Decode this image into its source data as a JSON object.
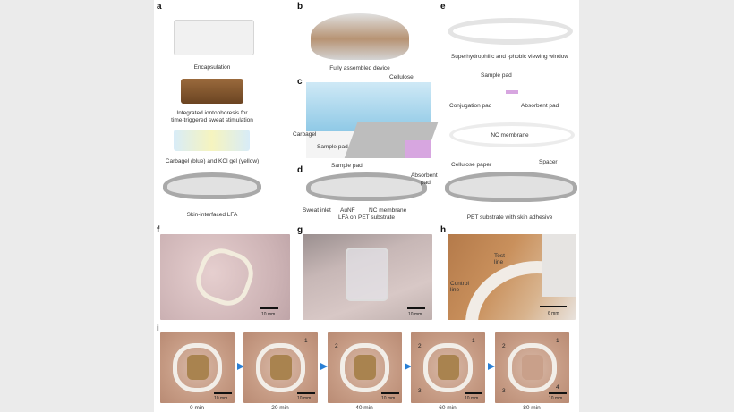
{
  "panels": {
    "a": {
      "label": "a",
      "captions": [
        "Encapsulation",
        "Integrated iontophoresis for",
        "time-triggered sweat stimulation",
        "Carbagel (blue) and KCl gel (yellow)",
        "Skin-interfaced LFA"
      ]
    },
    "b": {
      "label": "b",
      "caption": "Fully assembled device"
    },
    "c": {
      "label": "c",
      "annotations": [
        "Cellulose",
        "Carbagel",
        "Sample pad"
      ]
    },
    "d": {
      "label": "d",
      "annotations": [
        "Sample pad",
        "Absorbent",
        "pad",
        "Sweat inlet",
        "AuNF",
        "NC membrane"
      ],
      "caption": "LFA on PET substrate"
    },
    "e": {
      "label": "e",
      "captions": [
        "Superhydrophilic and -phobic viewing window",
        "NC membrane",
        "PET substrate with skin adhesive"
      ],
      "annotations": [
        "Sample pad",
        "Conjugation pad",
        "Absorbent pad",
        "Cellulose paper",
        "Spacer"
      ]
    },
    "f": {
      "label": "f",
      "scale": "10 mm"
    },
    "g": {
      "label": "g",
      "scale": "10 mm"
    },
    "h": {
      "label": "h",
      "scale": "6 mm",
      "annotations": [
        "Test",
        "line",
        "Control",
        "line"
      ]
    },
    "i": {
      "label": "i",
      "frames": [
        {
          "time": "0 min",
          "scale": "10 mm",
          "marks": []
        },
        {
          "time": "20 min",
          "scale": "10 mm",
          "marks": [
            "1"
          ]
        },
        {
          "time": "40 min",
          "scale": "10 mm",
          "marks": [
            "2"
          ]
        },
        {
          "time": "60 min",
          "scale": "10 mm",
          "marks": [
            "1",
            "2",
            "3"
          ]
        },
        {
          "time": "80 min",
          "scale": "10 mm",
          "marks": [
            "1",
            "2",
            "3",
            "4"
          ]
        }
      ]
    }
  },
  "colors": {
    "arrow": "#2a7fd4",
    "carbagel": "#a9d6ea",
    "pad": "#d7a6e0"
  }
}
